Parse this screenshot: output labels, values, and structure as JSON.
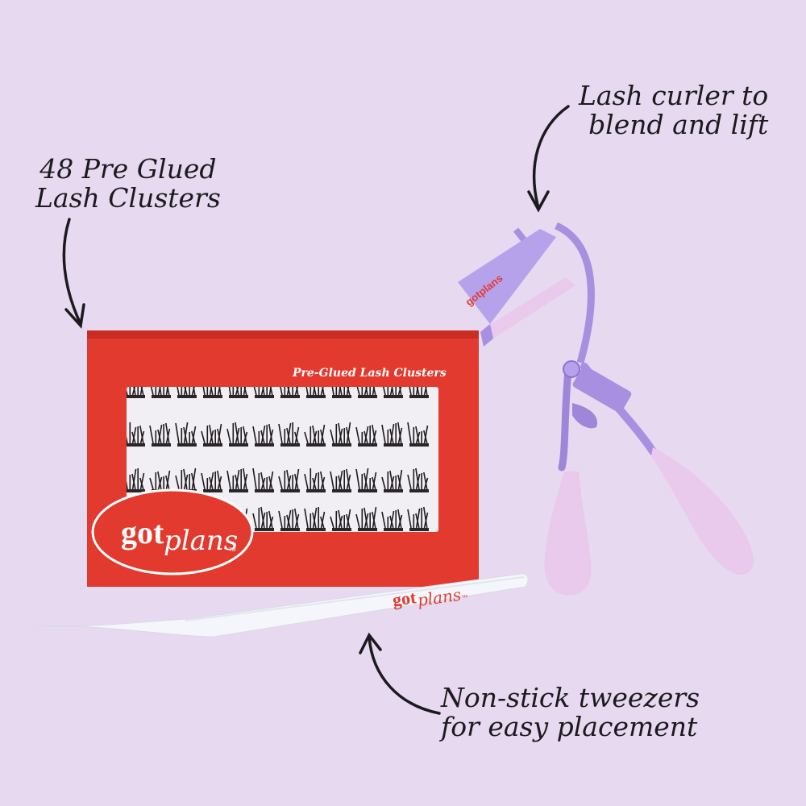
{
  "callouts": {
    "clusters": {
      "line1": "48 Pre Glued",
      "line2": "Lash Clusters"
    },
    "curler": {
      "line1": "Lash curler to",
      "line2": "blend and lift"
    },
    "tweezers": {
      "line1": "Non-stick tweezers",
      "line2": "for easy placement"
    }
  },
  "box": {
    "product_title": "Pre-Glued Lash Clusters",
    "brand_got": "got",
    "brand_plans": "plans",
    "trademark": "TM"
  },
  "tweezers": {
    "brand_got": "got",
    "brand_plans": "plans",
    "trademark": "TM"
  },
  "curler": {
    "brand_text": "gotplans"
  },
  "colors": {
    "background": "#e6d9f0",
    "box_red": "#e23a2e",
    "curler_purple": "#a88fe0",
    "handle_pink": "#e9c9ec",
    "tweezer_white": "#f4f6fb",
    "ink": "#1c1a1d"
  }
}
